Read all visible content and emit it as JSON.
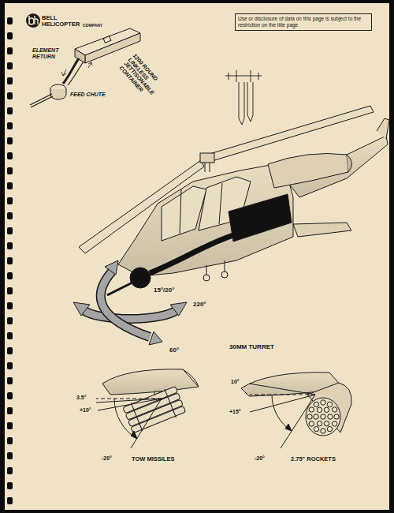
{
  "diagram": {
    "nodes": [
      {
        "text": [
          "Use or disclosure of data on this page is subject to the restriction on the title page."
        ]
      }
    ],
    "labels": [
      "BELL HELICOPTER",
      "COMPANY",
      "ELEMENT RETURN",
      "1200 ROUND LINKLESS JETTISONABLE CONTAINER",
      "FEED CHUTE",
      "15°/20°",
      "220°",
      "60°",
      "30MM TURRET",
      "3.5°",
      "+10°",
      "-20°",
      "TOW MISSILES",
      "10°",
      "+15°",
      "-20°",
      "2.75\" ROCKETS"
    ]
  }
}
